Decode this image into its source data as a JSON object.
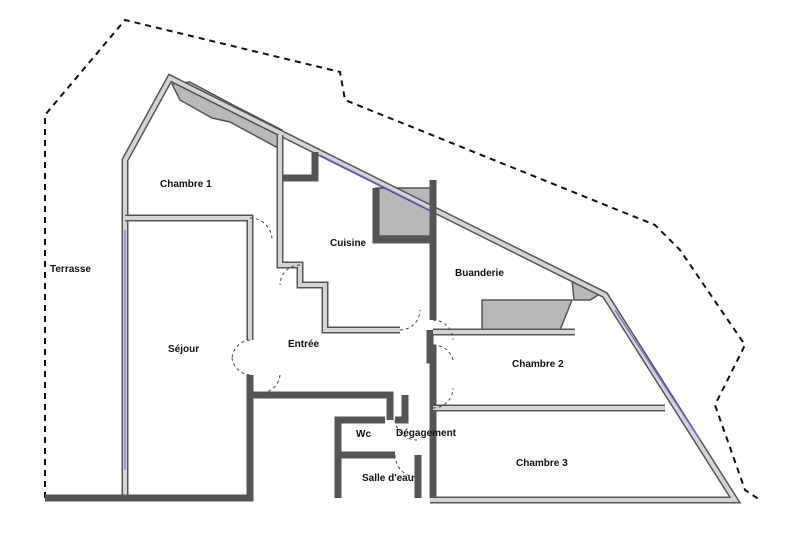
{
  "rooms": {
    "terrasse": "Terrasse",
    "chambre1": "Chambre 1",
    "cuisine": "Cuisine",
    "buanderie": "Buanderie",
    "sejour": "Séjour",
    "entree": "Entrée",
    "chambre2": "Chambre 2",
    "wc": "Wc",
    "degagement": "Dégagement",
    "chambre3": "Chambre 3",
    "salle_eau": "Salle d'eau"
  },
  "colors": {
    "wall": "#555555",
    "storage_fill": "#b8b8b8",
    "window": "#6a6adf"
  }
}
